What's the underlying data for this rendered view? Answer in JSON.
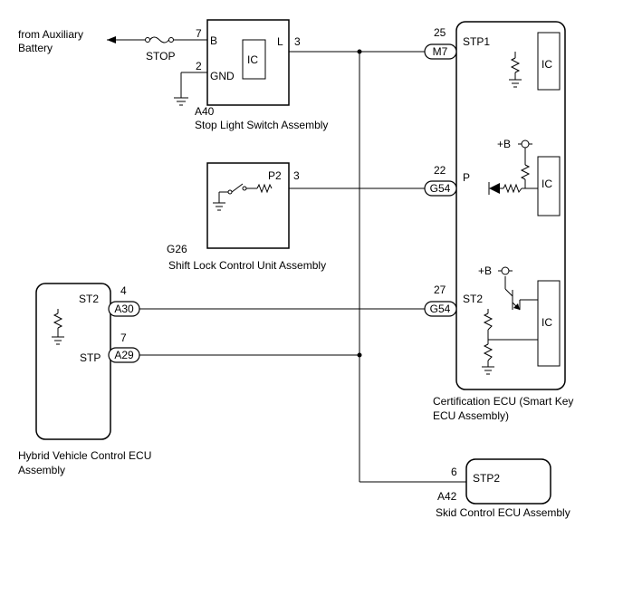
{
  "source": {
    "line1": "from Auxiliary",
    "line2": "Battery"
  },
  "fuse_label": "STOP",
  "stop_switch": {
    "code": "A40",
    "name": "Stop Light Switch Assembly",
    "pin_b_no": "7",
    "pin_b": "B",
    "pin_gnd_no": "2",
    "pin_gnd": "GND",
    "pin_l": "L",
    "pin_l_no": "3",
    "ic": "IC"
  },
  "shift_lock": {
    "code": "G26",
    "name": "Shift Lock Control Unit Assembly",
    "pin_p2": "P2",
    "pin_p2_no": "3"
  },
  "hv_ecu": {
    "name_line1": "Hybrid Vehicle Control ECU",
    "name_line2": "Assembly",
    "pin_st2": "ST2",
    "pin_st2_no": "4",
    "conn_st2": "A30",
    "pin_stp": "STP",
    "pin_stp_no": "7",
    "conn_stp": "A29"
  },
  "cert_ecu": {
    "name_line1": "Certification ECU (Smart Key",
    "name_line2": "ECU Assembly)",
    "pin_stp1_no": "25",
    "conn_stp1": "M7",
    "pin_stp1": "STP1",
    "pin_p_no": "22",
    "conn_p": "G54",
    "pin_p": "P",
    "pin_st2_no": "27",
    "conn_st2": "G54",
    "pin_st2": "ST2",
    "supply1": "+B",
    "supply2": "+B",
    "ic1": "IC",
    "ic2": "IC",
    "ic3": "IC"
  },
  "skid_ecu": {
    "code": "A42",
    "name": "Skid Control ECU Assembly",
    "pin_no": "6",
    "pin": "STP2"
  }
}
